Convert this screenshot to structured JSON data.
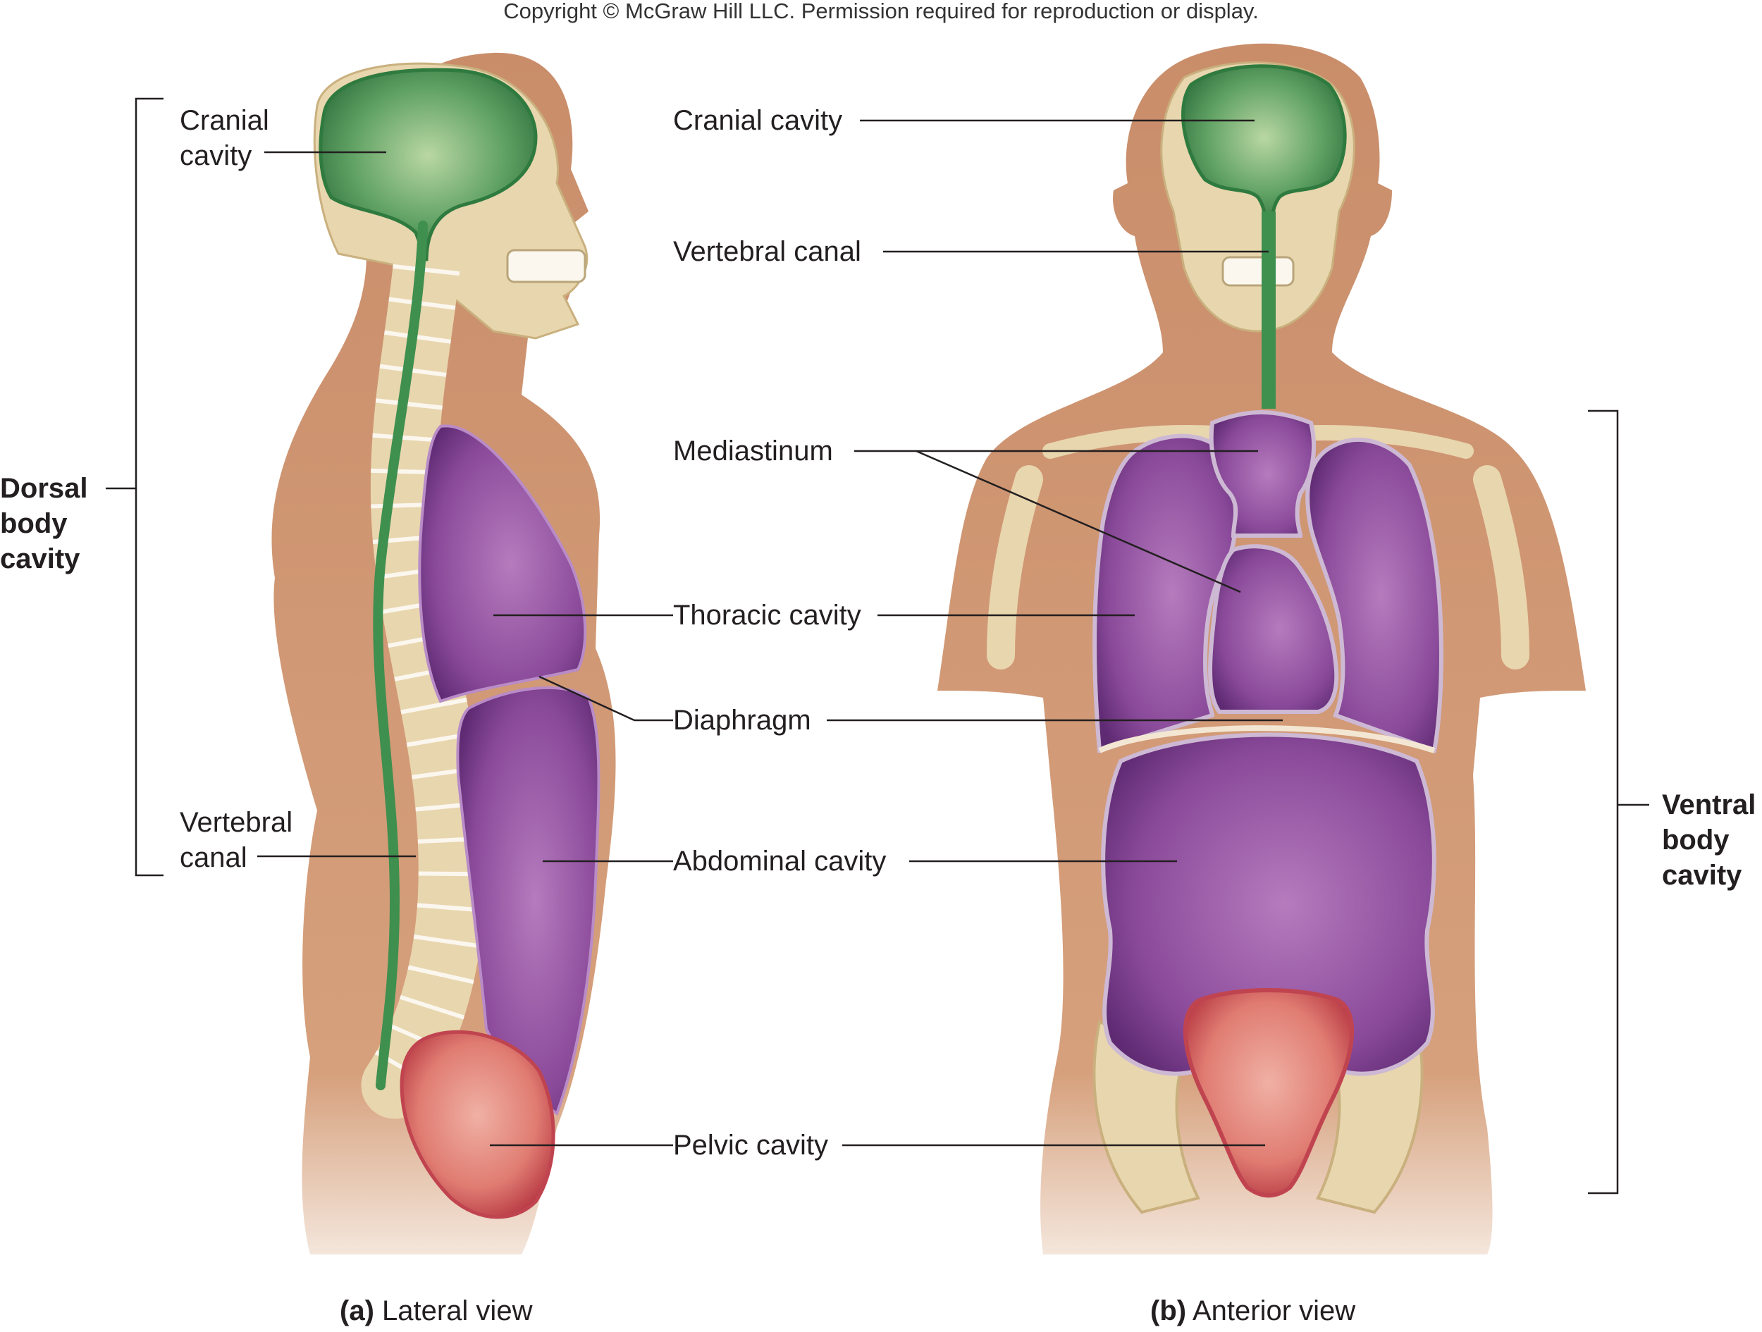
{
  "copyright": "Copyright © McGraw Hill LLC. Permission required for reproduction or display.",
  "lateral": {
    "cranial": [
      "Cranial",
      "cavity"
    ],
    "vertebral": [
      "Vertebral",
      "canal"
    ],
    "dorsal": [
      "Dorsal",
      "body",
      "cavity"
    ],
    "caption_letter": "(a)",
    "caption_text": "Lateral view"
  },
  "center_labels": {
    "cranial_cavity": "Cranial cavity",
    "vertebral_canal": "Vertebral canal",
    "mediastinum": "Mediastinum",
    "thoracic_cavity": "Thoracic cavity",
    "diaphragm": "Diaphragm",
    "abdominal_cavity": "Abdominal cavity",
    "pelvic_cavity": "Pelvic cavity"
  },
  "anterior": {
    "ventral": [
      "Ventral",
      "body",
      "cavity"
    ],
    "caption_letter": "(b)",
    "caption_text": "Anterior view"
  },
  "colors": {
    "skin": "#c98d6a",
    "bone": "#e6d2a8",
    "cranial_green": "#3f8f4f",
    "ventral_purple": "#7a3a8a",
    "pelvic_red": "#c0444f"
  }
}
